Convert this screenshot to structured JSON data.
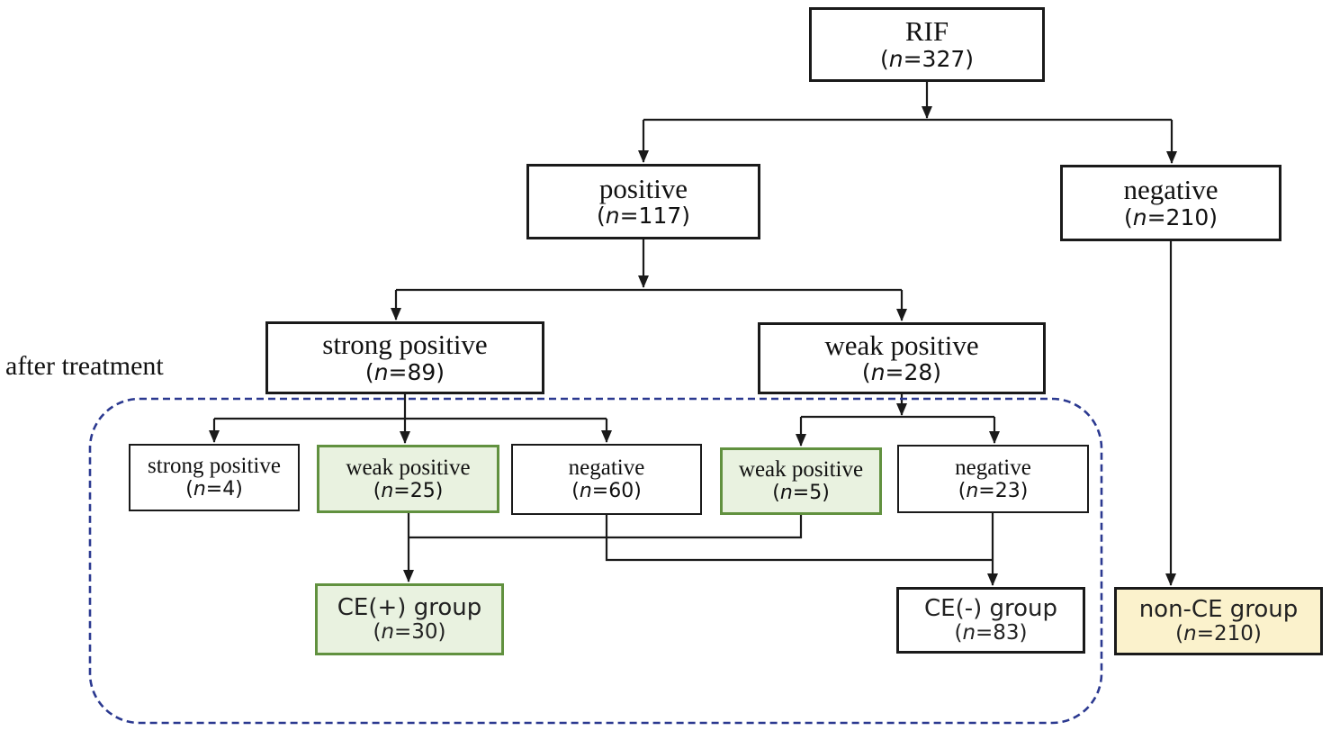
{
  "figure": {
    "annotation_left": "after treatment"
  },
  "nodes": {
    "rif": {
      "label": "RIF",
      "count": "(n=327)"
    },
    "positive": {
      "label": "positive",
      "count": "(n=117)"
    },
    "negative": {
      "label": "negative",
      "count": "(n=210)"
    },
    "strong_positive": {
      "label": "strong positive",
      "count": "(n=89)"
    },
    "weak_positive": {
      "label": "weak positive",
      "count": "(n=28)"
    },
    "after_strong_positive": {
      "label": "strong positive",
      "count": "(n=4)"
    },
    "after_weak_positive_25": {
      "label": "weak positive",
      "count": "(n=25)"
    },
    "after_negative_60": {
      "label": "negative",
      "count": "(n=60)"
    },
    "after_weak_positive_5": {
      "label": "weak positive",
      "count": "(n=5)"
    },
    "after_negative_23": {
      "label": "negative",
      "count": "(n=23)"
    },
    "ce_positive_group": {
      "label": "CE(+) group",
      "count": "(n=30)"
    },
    "ce_negative_group": {
      "label": "CE(-) group",
      "count": "(n=83)"
    },
    "non_ce_group": {
      "label": "non-CE group",
      "count": "(n=210)"
    }
  },
  "colors": {
    "box_border": "#1a1a1a",
    "green_fill": "#e9f2e0",
    "green_border": "#61913f",
    "yellow_fill": "#fbf2cc",
    "dashed_outline": "#2b3990",
    "line": "#1a1a1a"
  }
}
